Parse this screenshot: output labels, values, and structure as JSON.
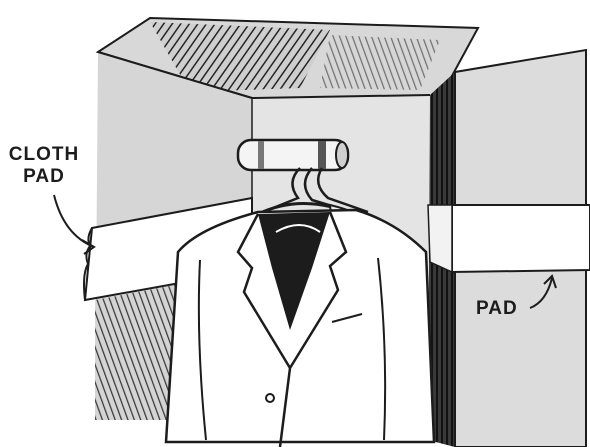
{
  "labels": {
    "cloth_pad_line1": "CLOTH",
    "cloth_pad_line2": "PAD",
    "pad": "PAD"
  },
  "colors": {
    "ink": "#1c1c1c",
    "panel": "#d6d6d6",
    "panel_light": "#e4e4e4",
    "paper": "#ffffff"
  }
}
